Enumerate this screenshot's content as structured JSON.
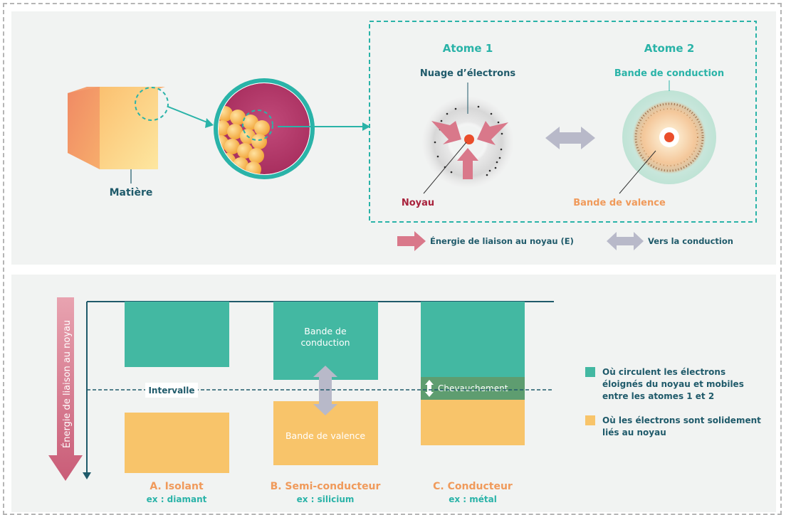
{
  "top": {
    "matiere_label": "Matière",
    "atome1_title": "Atome 1",
    "atome2_title": "Atome 2",
    "nuage_label": "Nuage d’électrons",
    "noyau_label": "Noyau",
    "bande_conduction_label": "Bande de conduction",
    "bande_valence_label": "Bande de valence",
    "legend_energie": "Énergie de liaison au noyau (E)",
    "legend_conduction": "Vers la conduction"
  },
  "bottom": {
    "axis_label": "Énergie de liaison au noyau",
    "intervalle_label": "Intervalle",
    "b_conduction_line1": "Bande de",
    "b_conduction_line2": "conduction",
    "b_valence_label": "Bande de valence",
    "chevauchement_label": "Chevauchement",
    "col_a_title": "A. Isolant",
    "col_a_sub": "ex : diamant",
    "col_b_title": "B. Semi-conducteur",
    "col_b_sub": "ex : silicium",
    "col_c_title": "C. Conducteur",
    "col_c_sub": "ex : métal",
    "legend_teal_l1": "Où circulent les électrons",
    "legend_teal_l2": "éloignés du noyau et mobiles",
    "legend_teal_l3": "entre les atomes 1 et 2",
    "legend_orange_l1": "Où les électrons sont solidement",
    "legend_orange_l2": "liés au noyau"
  },
  "colors": {
    "teal": "#43b8a2",
    "orange": "#f8c46a",
    "dark_teal": "#1f5a6a",
    "pink_arrow": "#d9788a",
    "grey_arrow": "#b8b9c9",
    "noyau_red": "#a8223c",
    "valence_orange": "#f09a5b",
    "overlap_green": "#5e9d70",
    "title_teal": "#2ab3a8"
  }
}
